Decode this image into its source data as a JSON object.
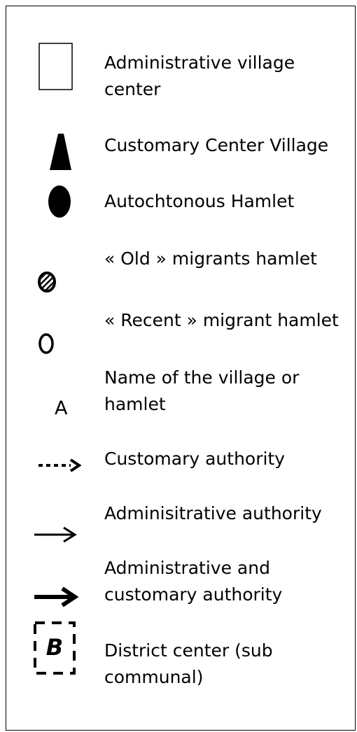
{
  "legend": {
    "items": [
      {
        "symbol": "open-rectangle-icon",
        "label": "Administrative village center"
      },
      {
        "symbol": "solid-triangle-icon",
        "label": "Customary Center Village"
      },
      {
        "symbol": "solid-ellipse-icon",
        "label": "Autochtonous Hamlet"
      },
      {
        "symbol": "hatched-circle-icon",
        "label": "« Old » migrants hamlet"
      },
      {
        "symbol": "open-ellipse-icon",
        "label": "« Recent » migrant hamlet"
      },
      {
        "symbol": "letter-symbol",
        "symbol_text": "A",
        "label": "Name of the village or hamlet"
      },
      {
        "symbol": "dotted-arrow-icon",
        "label": "Customary authority"
      },
      {
        "symbol": "thin-arrow-icon",
        "label": "Adminisitrative authority"
      },
      {
        "symbol": "bold-arrow-icon",
        "label": "Administrative and customary authority"
      },
      {
        "symbol": "dashed-box-letter-icon",
        "symbol_text": "B",
        "label": "District center (sub communal)"
      }
    ]
  }
}
